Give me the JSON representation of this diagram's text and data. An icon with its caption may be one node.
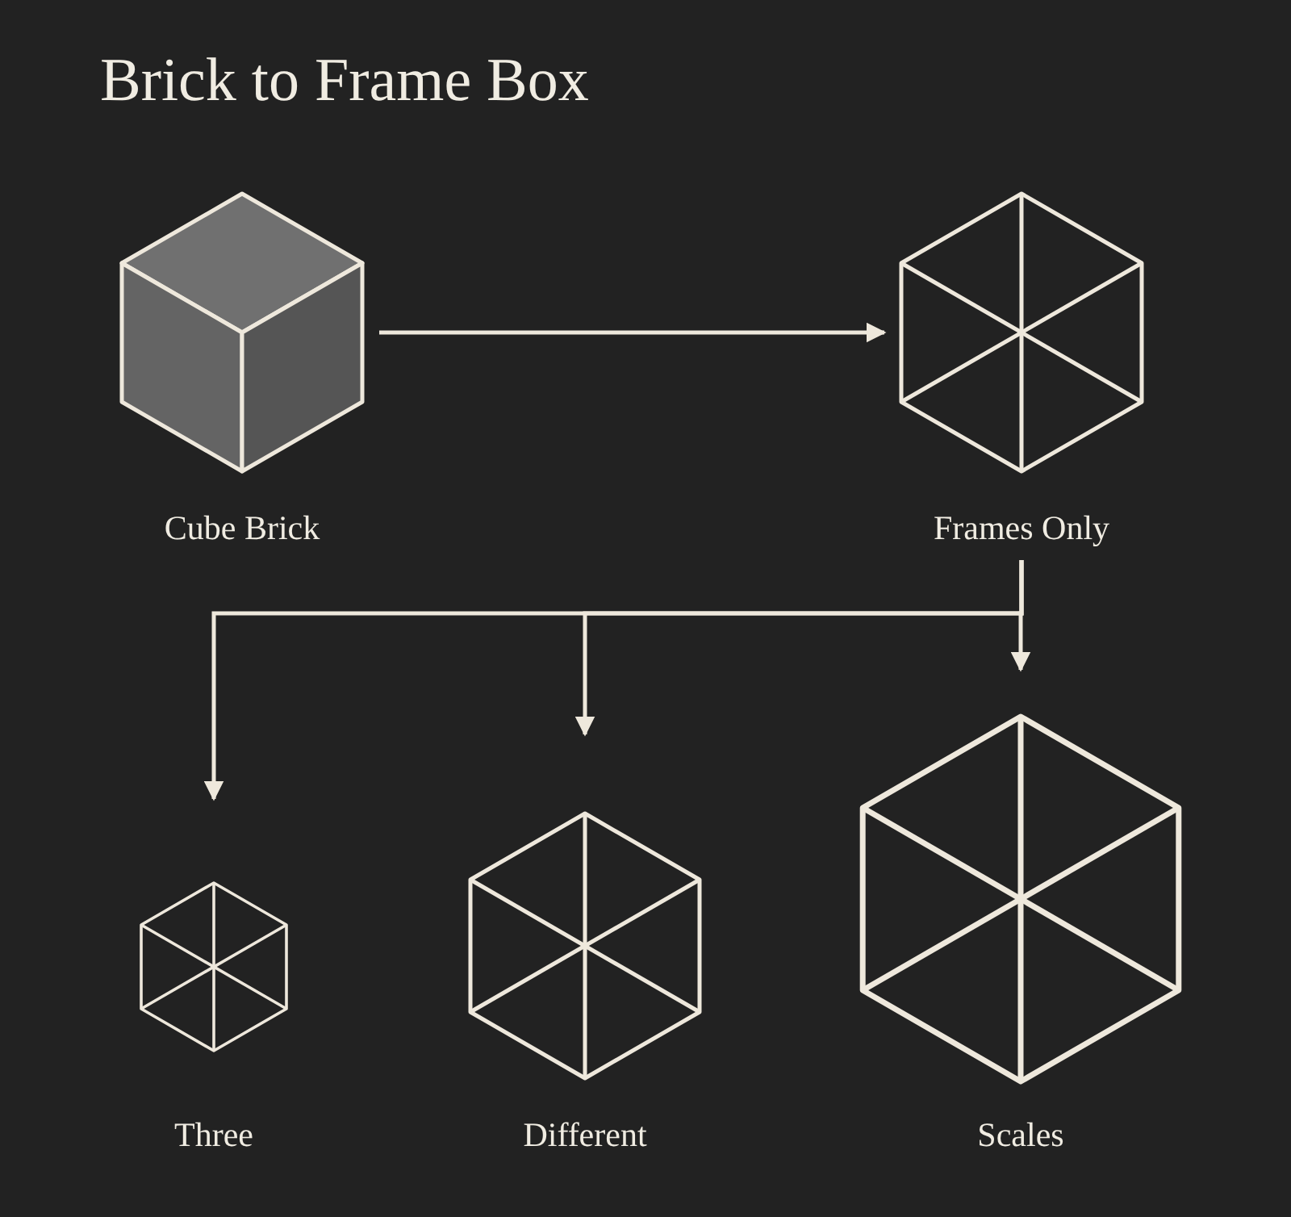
{
  "diagram": {
    "title": "Brick to Frame Box",
    "nodes": [
      {
        "text": [],
        "shape": "cube",
        "beside": [
          "Cube Brick"
        ]
      },
      {
        "text": [],
        "shape": "hexagon",
        "beside": [
          "Frames Only"
        ]
      },
      {
        "text": [],
        "shape": "hexagon",
        "beside": [
          "Three"
        ]
      },
      {
        "text": [],
        "shape": "hexagon",
        "beside": [
          "Different"
        ]
      },
      {
        "text": [],
        "shape": "hexagon",
        "beside": [
          "Scales"
        ]
      }
    ],
    "edges": [
      {
        "from": 0,
        "to": 1,
        "arrow": "to"
      },
      {
        "from": 1,
        "to": 2,
        "arrow": "to"
      },
      {
        "from": 1,
        "to": 3,
        "arrow": "to"
      },
      {
        "from": 1,
        "to": 4,
        "arrow": "to"
      }
    ]
  }
}
